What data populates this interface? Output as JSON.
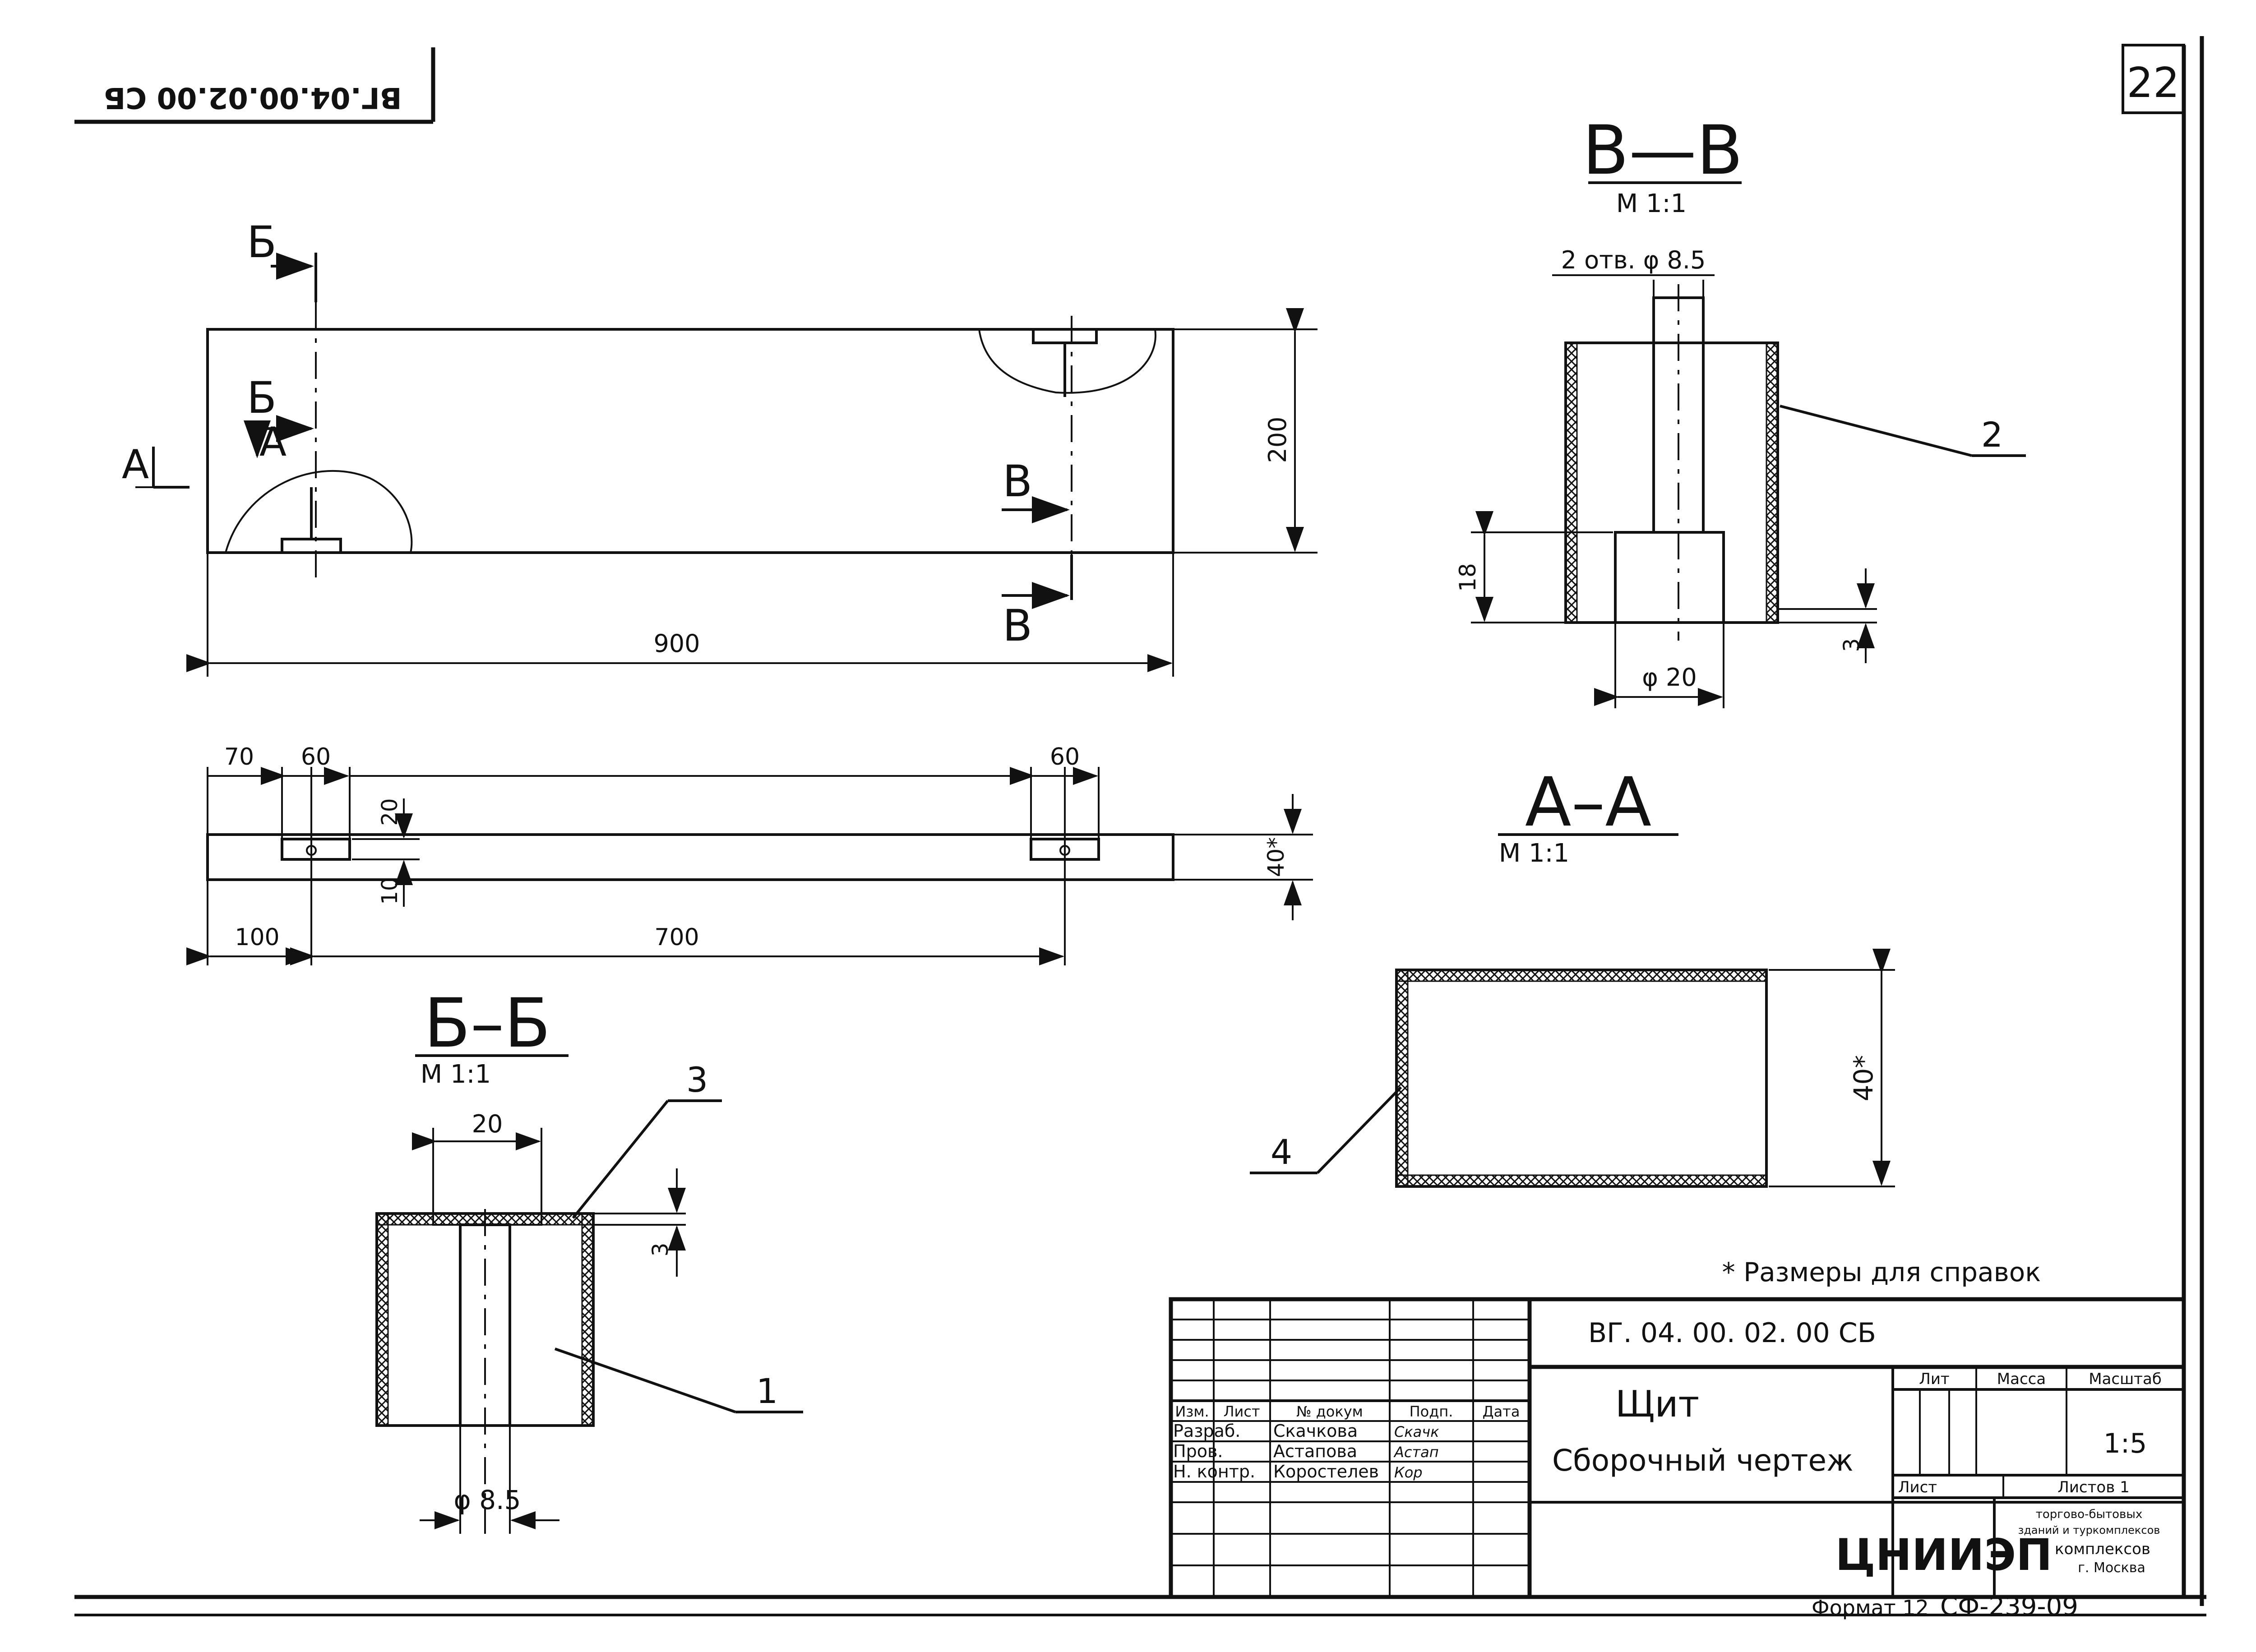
{
  "sheet_number": "22",
  "corner_code_rotated": "ВГ.04.00.02.00 СБ",
  "reference_note": "* Размеры для справок",
  "front_view": {
    "section_mark_b": "Б",
    "section_mark_a": "А",
    "section_mark_v": "В",
    "dim_height": "200",
    "dim_length": "900"
  },
  "plan_view": {
    "dim_70": "70",
    "dim_60_left": "60",
    "dim_60_right": "60",
    "dim_20": "20",
    "dim_10": "10",
    "dim_40": "40*",
    "dim_100": "100",
    "dim_700": "700"
  },
  "section_vv": {
    "title": "В—В",
    "scale": "М 1:1",
    "holes": "2 отв. φ 8.5",
    "dim_18": "18",
    "dim_3": "3",
    "dim_20": "φ 20",
    "callout": "2"
  },
  "section_aa": {
    "title": "А–А",
    "scale": "М 1:1",
    "dim_40": "40*",
    "callout": "4"
  },
  "section_bb": {
    "title": "Б–Б",
    "scale": "М 1:1",
    "dim_20": "20",
    "dim_3": "3",
    "dim_hole": "φ 8.5",
    "callout_3": "3",
    "callout_1": "1"
  },
  "title_block": {
    "designation": "ВГ. 04. 00. 02. 00 СБ",
    "name_line1": "Щит",
    "name_line2": "Сборочный чертеж",
    "col_headers": [
      "Изм.",
      "Лист",
      "№ докум",
      "Подп.",
      "Дата"
    ],
    "rows": [
      {
        "role": "Разраб.",
        "name": "Скачкова",
        "sign": "Скачк"
      },
      {
        "role": "Пров.",
        "name": "Астапова",
        "sign": "Астап"
      },
      {
        "role": "Н. контр.",
        "name": "Коростелев",
        "sign": "Кор"
      }
    ],
    "lit_label": "Лит",
    "mass_label": "Масса",
    "scale_label": "Масштаб",
    "scale_value": "1:5",
    "sheet_label": "Лист",
    "sheets_label": "Листов 1",
    "org_logo": "ЦНИИЭП",
    "org_line1": "торгово-бытовых",
    "org_line2": "зданий и туркомплексов",
    "org_line3": "комплексов",
    "org_line4": "г. Москва"
  },
  "format_label": "Формат 12",
  "sheet_code": "СФ-239-09"
}
